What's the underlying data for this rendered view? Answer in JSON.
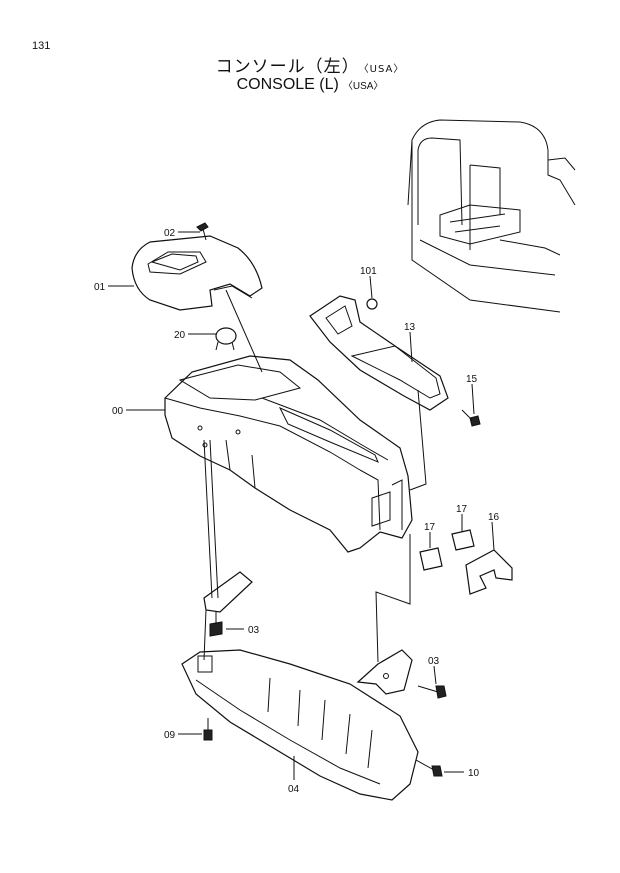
{
  "page_number": "131",
  "title_jp": "コンソール（左）",
  "title_jp_suffix": "〈USA〉",
  "title_en": "CONSOLE (L)",
  "title_en_suffix": "〈USA〉",
  "callouts": [
    {
      "id": "c-02",
      "text": "02"
    },
    {
      "id": "c-01",
      "text": "01"
    },
    {
      "id": "c-20",
      "text": "20"
    },
    {
      "id": "c-00",
      "text": "00"
    },
    {
      "id": "c-101",
      "text": "101"
    },
    {
      "id": "c-13",
      "text": "13"
    },
    {
      "id": "c-15",
      "text": "15"
    },
    {
      "id": "c-17a",
      "text": "17"
    },
    {
      "id": "c-17b",
      "text": "17"
    },
    {
      "id": "c-16",
      "text": "16"
    },
    {
      "id": "c-03a",
      "text": "03"
    },
    {
      "id": "c-03b",
      "text": "03"
    },
    {
      "id": "c-09",
      "text": "09"
    },
    {
      "id": "c-04",
      "text": "04"
    },
    {
      "id": "c-10",
      "text": "10"
    }
  ]
}
